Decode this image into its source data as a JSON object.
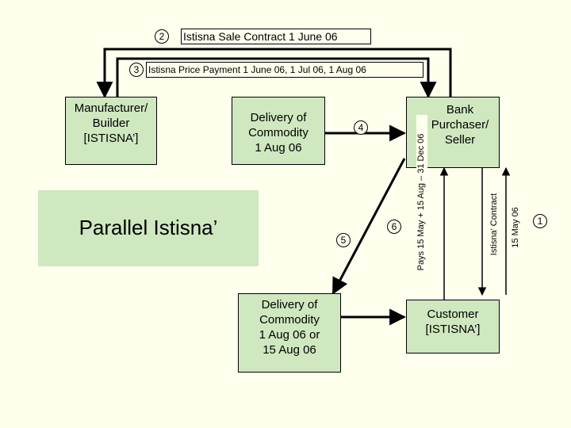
{
  "step2": {
    "num": "2",
    "label": "Istisna Sale Contract 1 June 06"
  },
  "step3": {
    "num": "3",
    "label": "Istisna Price Payment 1 June 06, 1 Jul 06, 1 Aug 06"
  },
  "step4": {
    "num": "4"
  },
  "step5": {
    "num": "5"
  },
  "step6": {
    "num": "6"
  },
  "step1": {
    "num": "1"
  },
  "manufacturer": {
    "label": "Manufacturer/\nBuilder\n[ISTISNA’]"
  },
  "delivery1": {
    "label": "Delivery of\nCommodity\n1 Aug 06"
  },
  "parallel": {
    "label": "Parallel Istisna’"
  },
  "delivery2": {
    "label": "Delivery of\nCommodity\n1 Aug 06 or\n15 Aug 06"
  },
  "bank": {
    "label": "Bank\nPurchaser/\nSeller"
  },
  "customer": {
    "label": "Customer\n[ISTISNA’]"
  },
  "vertical": {
    "pays": "Pays 15 May + 15 Aug – 31 Dec 06",
    "contract": "Istisna’ Contract",
    "may": "15 May 06"
  },
  "colors": {
    "box_fill": "#cfe8bf",
    "background": "#ffffee",
    "line": "#000000"
  }
}
